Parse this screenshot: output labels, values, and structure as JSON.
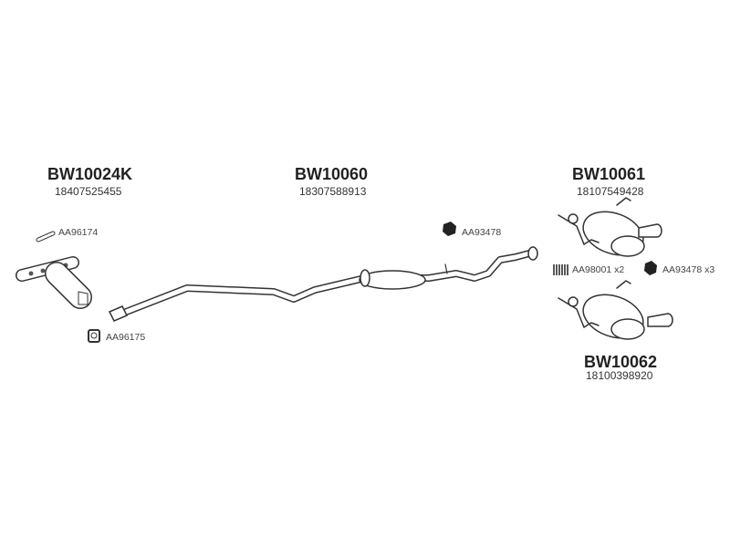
{
  "parts": [
    {
      "code": "BW10024K",
      "oe": "18407525455"
    },
    {
      "code": "BW10060",
      "oe": "18307588913"
    },
    {
      "code": "BW10061",
      "oe": "18107549428"
    },
    {
      "code": "BW10062",
      "oe": "18100398920"
    }
  ],
  "accessories": [
    {
      "label": "AA96174",
      "icon": "gasket-strip-icon"
    },
    {
      "label": "AA96175",
      "icon": "flange-gasket-icon"
    },
    {
      "label": "AA93478",
      "icon": "rubber-mount-icon"
    },
    {
      "label": "AA98001 x2",
      "icon": "spring-icon"
    },
    {
      "label": "AA93478 x3",
      "icon": "rubber-mount-icon"
    }
  ]
}
